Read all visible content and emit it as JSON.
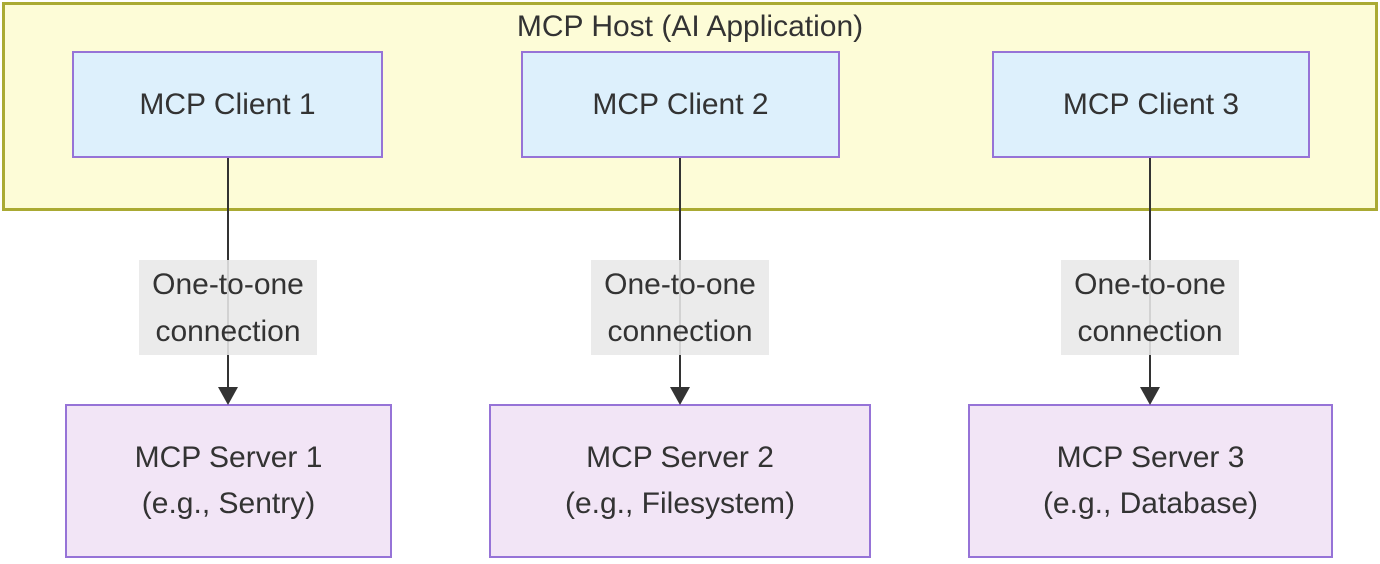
{
  "diagram": {
    "title": "MCP Host (AI Application)",
    "clients": [
      {
        "label": "MCP Client 1"
      },
      {
        "label": "MCP Client 2"
      },
      {
        "label": "MCP Client 3"
      }
    ],
    "connections": [
      {
        "line1": "One-to-one",
        "line2": "connection"
      },
      {
        "line1": "One-to-one",
        "line2": "connection"
      },
      {
        "line1": "One-to-one",
        "line2": "connection"
      }
    ],
    "servers": [
      {
        "line1": "MCP Server 1",
        "line2": "(e.g., Sentry)"
      },
      {
        "line1": "MCP Server 2",
        "line2": "(e.g., Filesystem)"
      },
      {
        "line1": "MCP Server 3",
        "line2": "(e.g., Database)"
      }
    ],
    "colors": {
      "host_fill": "#fdfcd7",
      "host_border": "#aaaa33",
      "client_fill": "#ddf0fc",
      "server_fill": "#f2e5f6",
      "node_border": "#9673d7",
      "edge_label_bg": "#e8e8e8",
      "line": "#333333",
      "text": "#333333"
    }
  }
}
